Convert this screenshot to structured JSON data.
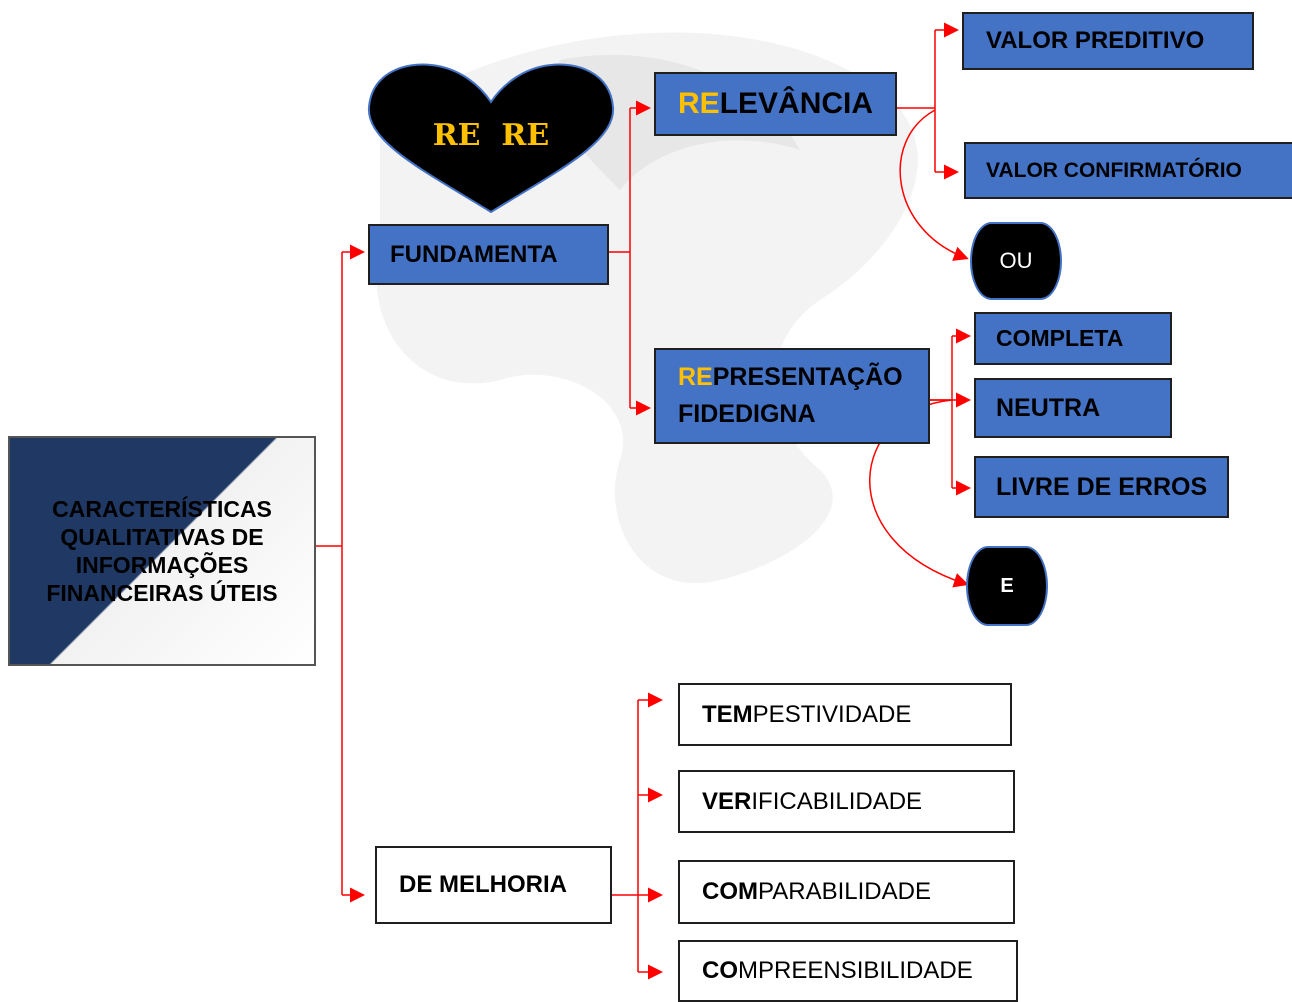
{
  "root": {
    "lines": [
      "CARACTERÍSTICAS",
      "QUALITATIVAS DE",
      "INFORMAÇÕES",
      "FINANCEIRAS ÚTEIS"
    ]
  },
  "heart": {
    "text": "RE  RE"
  },
  "fundamenta": {
    "label": "FUNDAMENTA"
  },
  "relevancia": {
    "prefix": "RE",
    "rest": "LEVÂNCIA"
  },
  "valor_preditivo": {
    "label": "VALOR PREDITIVO"
  },
  "valor_confirmatorio": {
    "label": "VALOR CONFIRMATÓRIO"
  },
  "ou": {
    "label": "OU"
  },
  "representacao": {
    "prefix": "RE",
    "rest": "PRESENTAÇÃO",
    "line2": "FIDEDIGNA"
  },
  "completa": {
    "label": "COMPLETA"
  },
  "neutra": {
    "label": "NEUTRA"
  },
  "livre": {
    "label": "LIVRE DE ERROS"
  },
  "e": {
    "label": "E"
  },
  "melhoria": {
    "label": "DE MELHORIA"
  },
  "tempestividade": {
    "bold": "TEM",
    "rest": "PESTIVIDADE"
  },
  "verificabilidade": {
    "bold": "VER",
    "rest": "IFICABILIDADE"
  },
  "comparabilidade": {
    "bold": "COM",
    "rest": "PARABILIDADE"
  },
  "compreensibilidade": {
    "bold": "CO",
    "rest": "MPREENSIBILIDADE"
  },
  "colors": {
    "box_blue": "#4472c4",
    "line_red": "#ff0000",
    "highlight": "#ffc000",
    "dark_blue": "#1f3864"
  }
}
